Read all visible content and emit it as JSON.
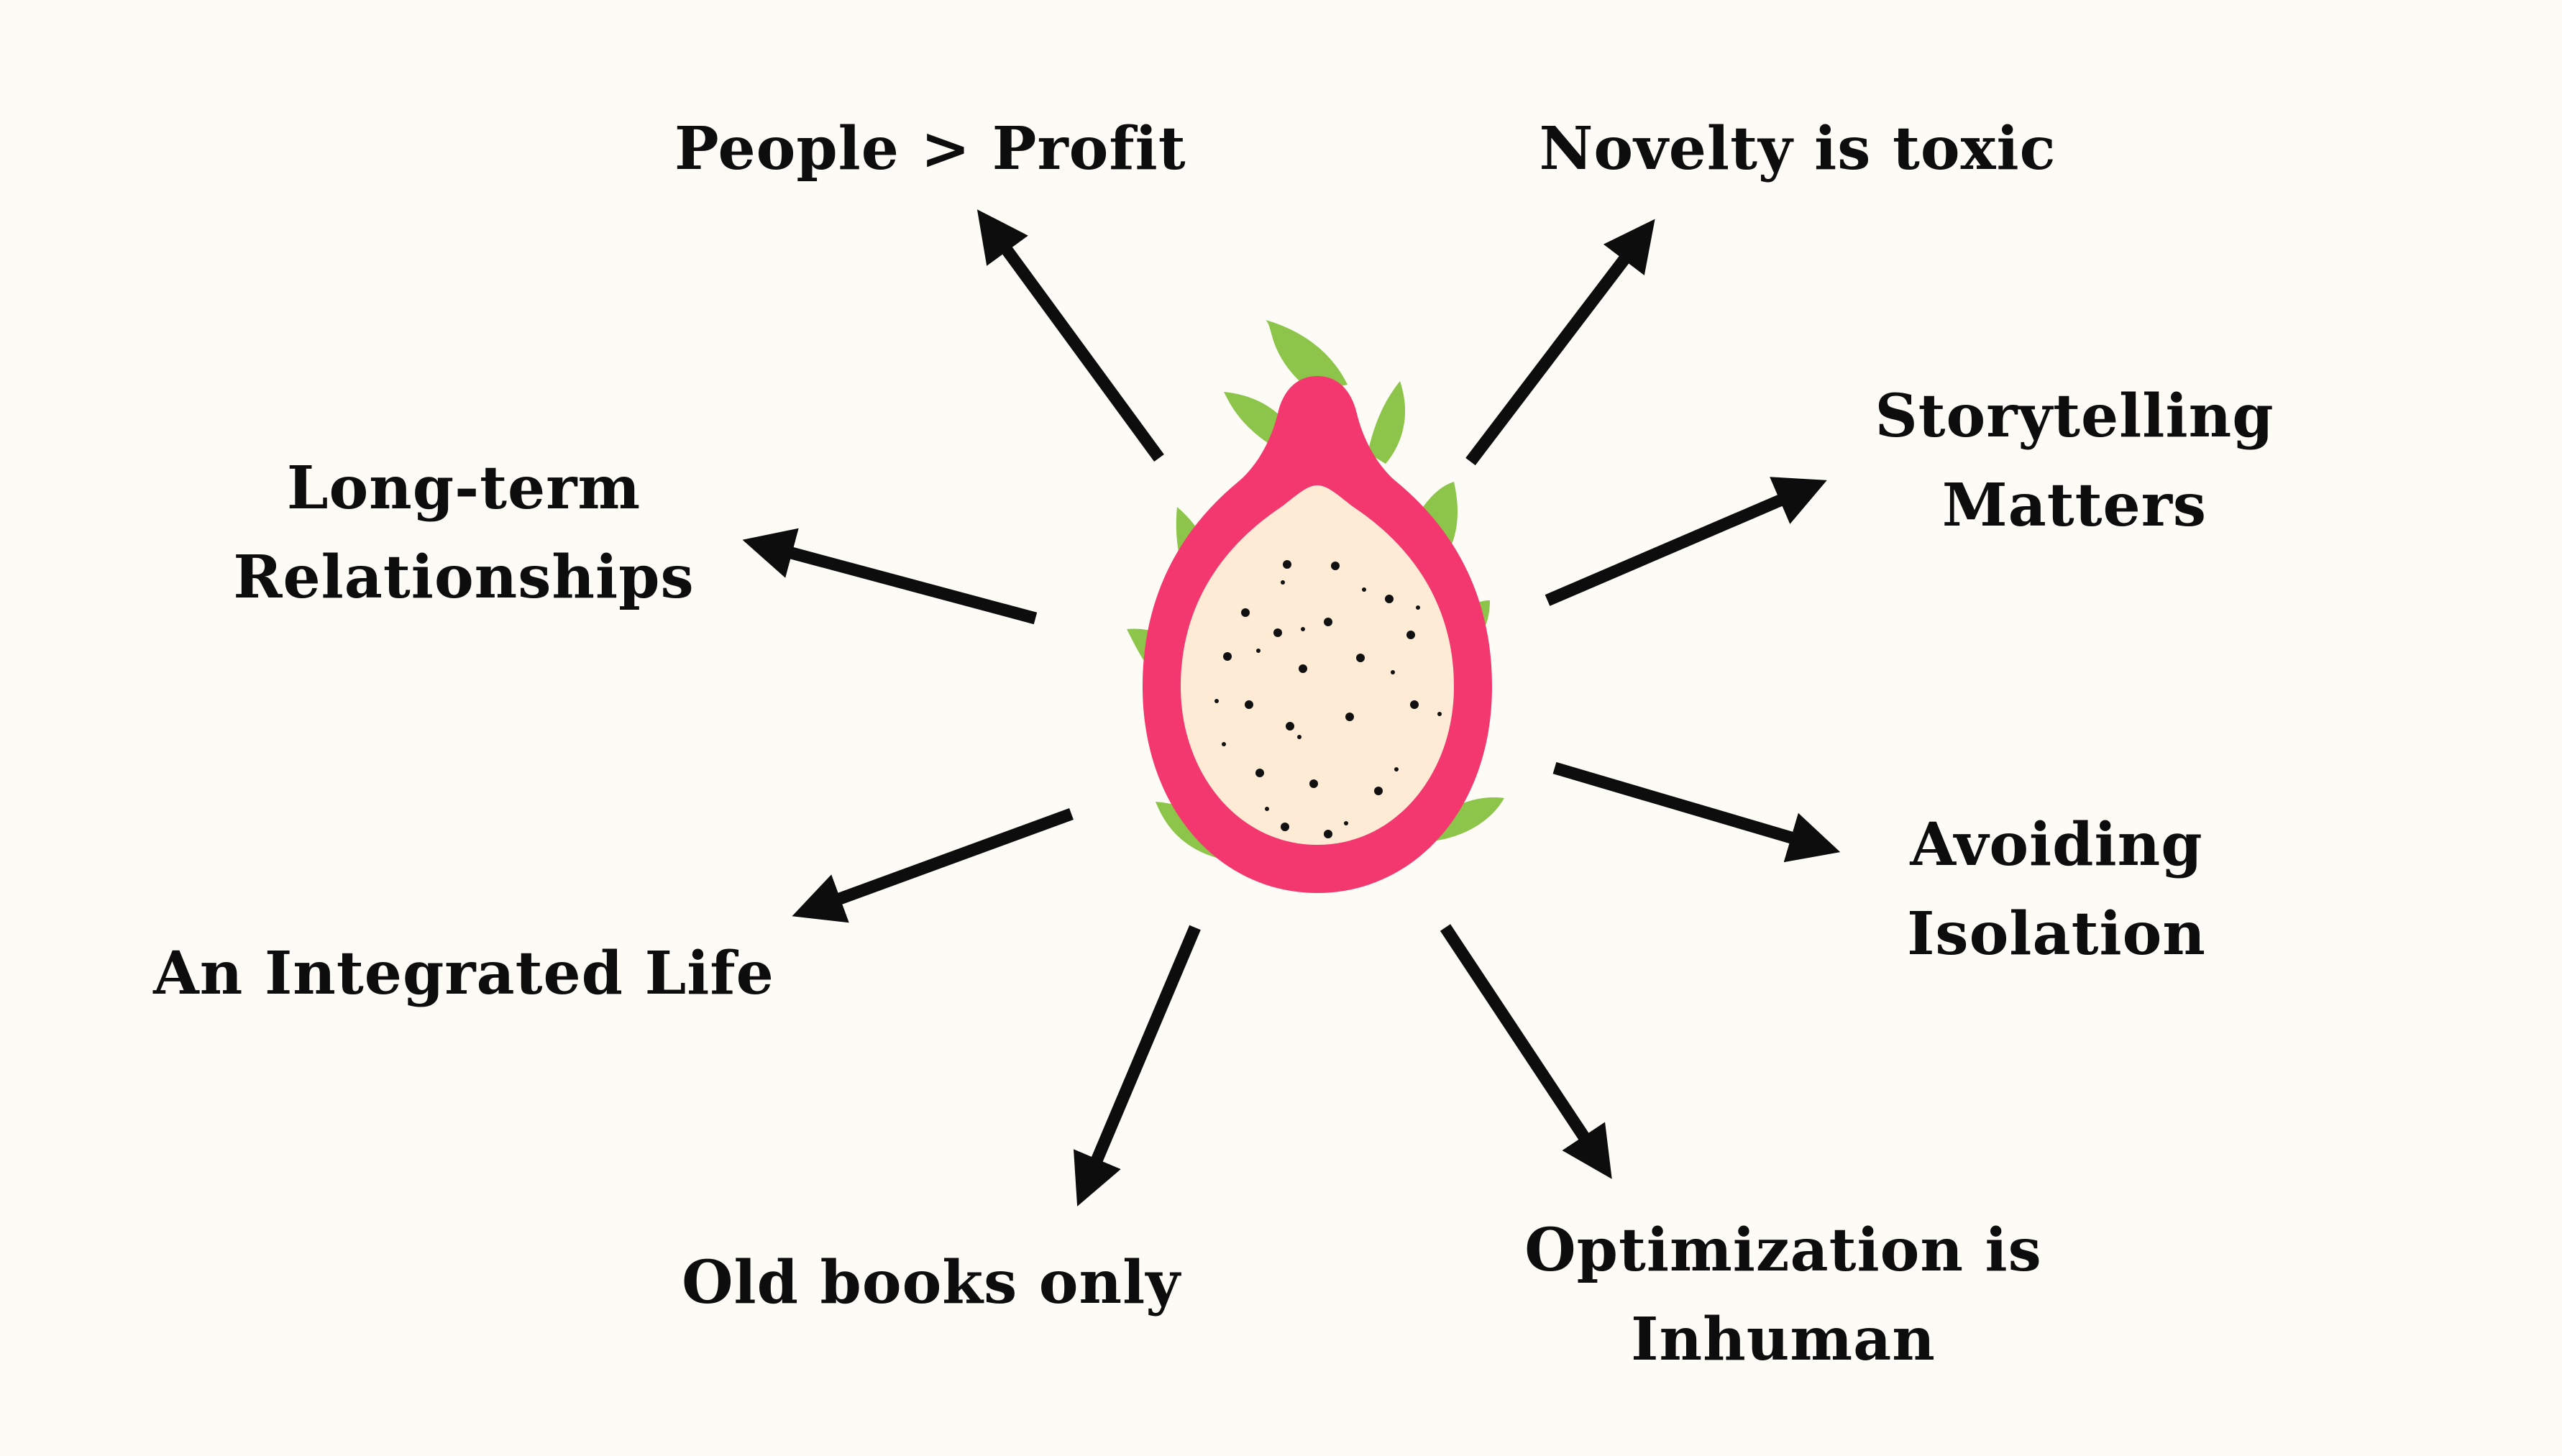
{
  "colors": {
    "background": "#fdfbf6",
    "arrow": "#0d0d0d",
    "text": "#0d0d0d",
    "fruit_skin": "#f3386f",
    "fruit_flesh": "#fdebd6",
    "fruit_leaves": "#8dc44a",
    "fruit_seeds": "#111111"
  },
  "center": {
    "icon": "dragon-fruit-icon"
  },
  "nodes": [
    {
      "id": "people-profit",
      "lines": [
        "People > Profit"
      ]
    },
    {
      "id": "novelty-toxic",
      "lines": [
        "Novelty is toxic"
      ]
    },
    {
      "id": "long-term-relationships",
      "lines": [
        "Long-term",
        "Relationships"
      ]
    },
    {
      "id": "storytelling-matters",
      "lines": [
        "Storytelling",
        "Matters"
      ]
    },
    {
      "id": "integrated-life",
      "lines": [
        "An Integrated Life"
      ]
    },
    {
      "id": "avoiding-isolation",
      "lines": [
        "Avoiding",
        "Isolation"
      ]
    },
    {
      "id": "old-books-only",
      "lines": [
        "Old books only"
      ]
    },
    {
      "id": "optimization-inhuman",
      "lines": [
        "Optimization is",
        "Inhuman"
      ]
    }
  ]
}
